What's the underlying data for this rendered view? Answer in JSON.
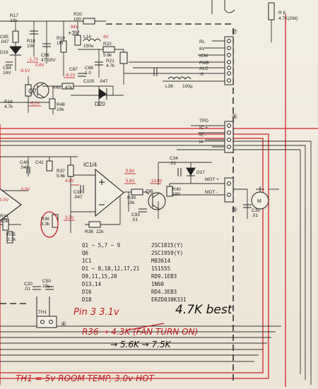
{
  "labels": {
    "r17": "R17",
    "r17v": "10k",
    "c85": "C85",
    "c85v": ".047",
    "r18": "R18",
    "r18v": "10k",
    "c86": "C86",
    "c86v": "47 50V",
    "r19": "R19",
    "r19v": "1M",
    "r20": "R20",
    "r20v": "100",
    "v3": "+3V",
    "l18": "L18",
    "l18v": "150u",
    "r22": "R22",
    "r22v": "5.6k",
    "r21": "R21",
    "r21v": "4.7k",
    "c88": "C88",
    "c88v": "1.0",
    "c87": "C87",
    "d16": "D16",
    "c84": "C84",
    "c84v": "16V",
    "q7": "Q7",
    "r45": "R45",
    "r45v": "47k",
    "c105": "C105",
    "c105v": ".047",
    "r16": "R16",
    "r16v": "4.7k",
    "r48": "R48",
    "r48v": "10k",
    "d20": "D20",
    "l38": "L38",
    "l38v": "100µ",
    "v17": "-1.7V",
    "v61a": "-6.1V",
    "v61b": "-6.1V",
    "v61c": "-6.1V",
    "v06": "0.6V",
    "v4": "4V",
    "v84": "84V",
    "conn7": "⑦",
    "rl": "RL",
    "8v": "8V",
    "icm": "ICM",
    "fmb": "FMB",
    "alc": "ALC",
    "neg6": "-6",
    "conn6": "⑥",
    "tpd": "TPD",
    "icplus": "IC +",
    "icminus": "IC -",
    "i4": "i4",
    "mot_plus": "MOT +",
    "mot_minus": "MOT -",
    "conn5": "⑤",
    "c40": "C40",
    "c40v": ".047",
    "c41": "C41",
    "r37": "R37",
    "r37v": "5.6k",
    "ic14": "IC1/4",
    "v48": "4.8V",
    "v58a": "5.8V",
    "v58b": "5.8V",
    "v136": "13.6V",
    "v05a": "0.5V",
    "v05b": "0.5V",
    "c34": "C34",
    "c34v": ".01",
    "d17": "D17",
    "r39": "R39",
    "r39v": "10k",
    "q6": "Q6",
    "r40": "R40",
    "r40v": "180",
    "c33": "C33",
    "c33v": ".01",
    "c32": "C32",
    "c32v": ".047",
    "r36": "R36",
    "r36v": "3.3k",
    "r38": "R38",
    "r38v": "22k",
    "c93": "C93",
    "c93v": ".01",
    "r35": "R35",
    "r35v": "3.3k",
    "r34": "R34",
    "r34v": "3.5k",
    "v32": "3.2V",
    "c20": "C20",
    "c20v": ".01",
    "c50": "C50",
    "c50v": "10µ",
    "r6": "R 6",
    "r6v": "4.7K(2W)",
    "th1": "TH1",
    "conn4": "④",
    "m": "M"
  },
  "parts_list": [
    {
      "ref": "Q1 ~ 5,7 ~ 9",
      "part": "2SC1815(Y)"
    },
    {
      "ref": "Q6",
      "part": "2SC1959(Y)"
    },
    {
      "ref": "IC1",
      "part": "M83614"
    },
    {
      "ref": "D1 ~ 8,10,12,17,21",
      "part": "1S1555"
    },
    {
      "ref": "D9,11,15,20",
      "part": "RD9.1EB3"
    },
    {
      "ref": "D13,14",
      "part": "1N60"
    },
    {
      "ref": "D16",
      "part": "RD4.3EB3"
    },
    {
      "ref": "D18",
      "part": "ERZD030K331"
    }
  ],
  "handwritten": {
    "pin3": "Pin 3 3.1v",
    "best": "4.7K best",
    "r36_note": "R36 → 4.3K (FAN TURN ON)",
    "range": "→ 5.6K → 7.5K",
    "th1_note": "TH1 = 5v ROOM TEMP, 3.0v HOT"
  },
  "colors": {
    "paper": "#efe9dc",
    "ink": "#222222",
    "red_ink": "#c4202a",
    "frame": "#d2232a"
  }
}
